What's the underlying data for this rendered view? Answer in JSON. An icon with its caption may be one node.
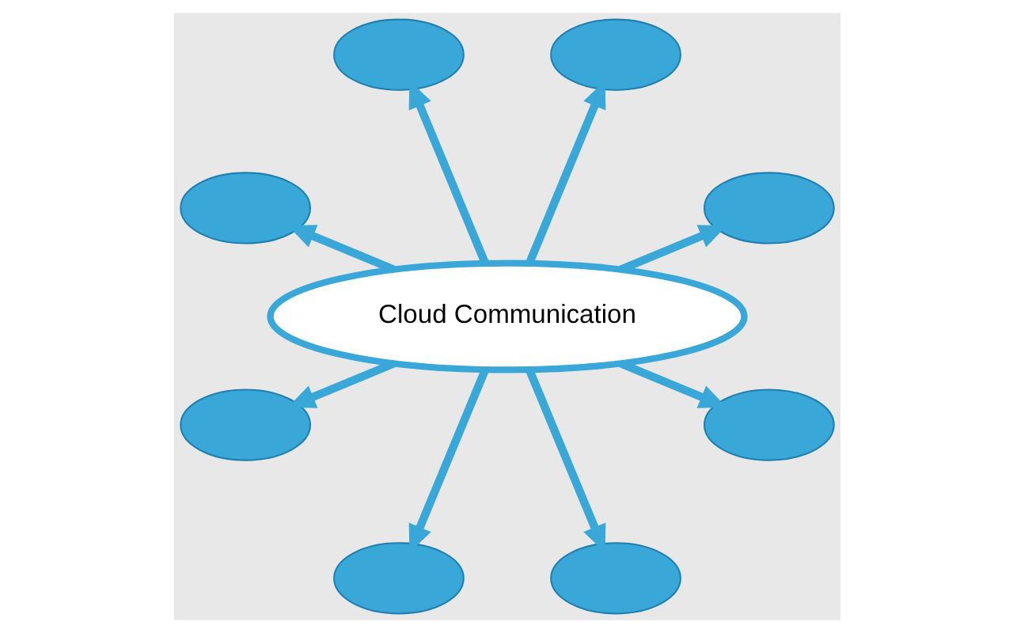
{
  "diagram": {
    "nodes": [
      {
        "text": [
          "Cloud Communication"
        ]
      },
      {
        "text": [],
        "shape": "cloud"
      },
      {
        "text": [],
        "shape": "cloud"
      },
      {
        "text": [],
        "shape": "cloud"
      },
      {
        "text": [],
        "shape": "cloud"
      },
      {
        "text": [],
        "shape": "cloud"
      },
      {
        "text": [],
        "shape": "cloud"
      },
      {
        "text": [],
        "shape": "cloud"
      },
      {
        "text": [],
        "shape": "cloud"
      }
    ],
    "edges": [
      {
        "from": 0,
        "to": 1,
        "arrow": "to"
      },
      {
        "from": 0,
        "to": 2,
        "arrow": "to"
      },
      {
        "from": 0,
        "to": 3,
        "arrow": "to"
      },
      {
        "from": 0,
        "to": 4,
        "arrow": "to"
      },
      {
        "from": 0,
        "to": 5,
        "arrow": "to"
      },
      {
        "from": 0,
        "to": 6,
        "arrow": "to"
      },
      {
        "from": 0,
        "to": 7,
        "arrow": "to"
      },
      {
        "from": 0,
        "to": 8,
        "arrow": "to"
      }
    ]
  }
}
